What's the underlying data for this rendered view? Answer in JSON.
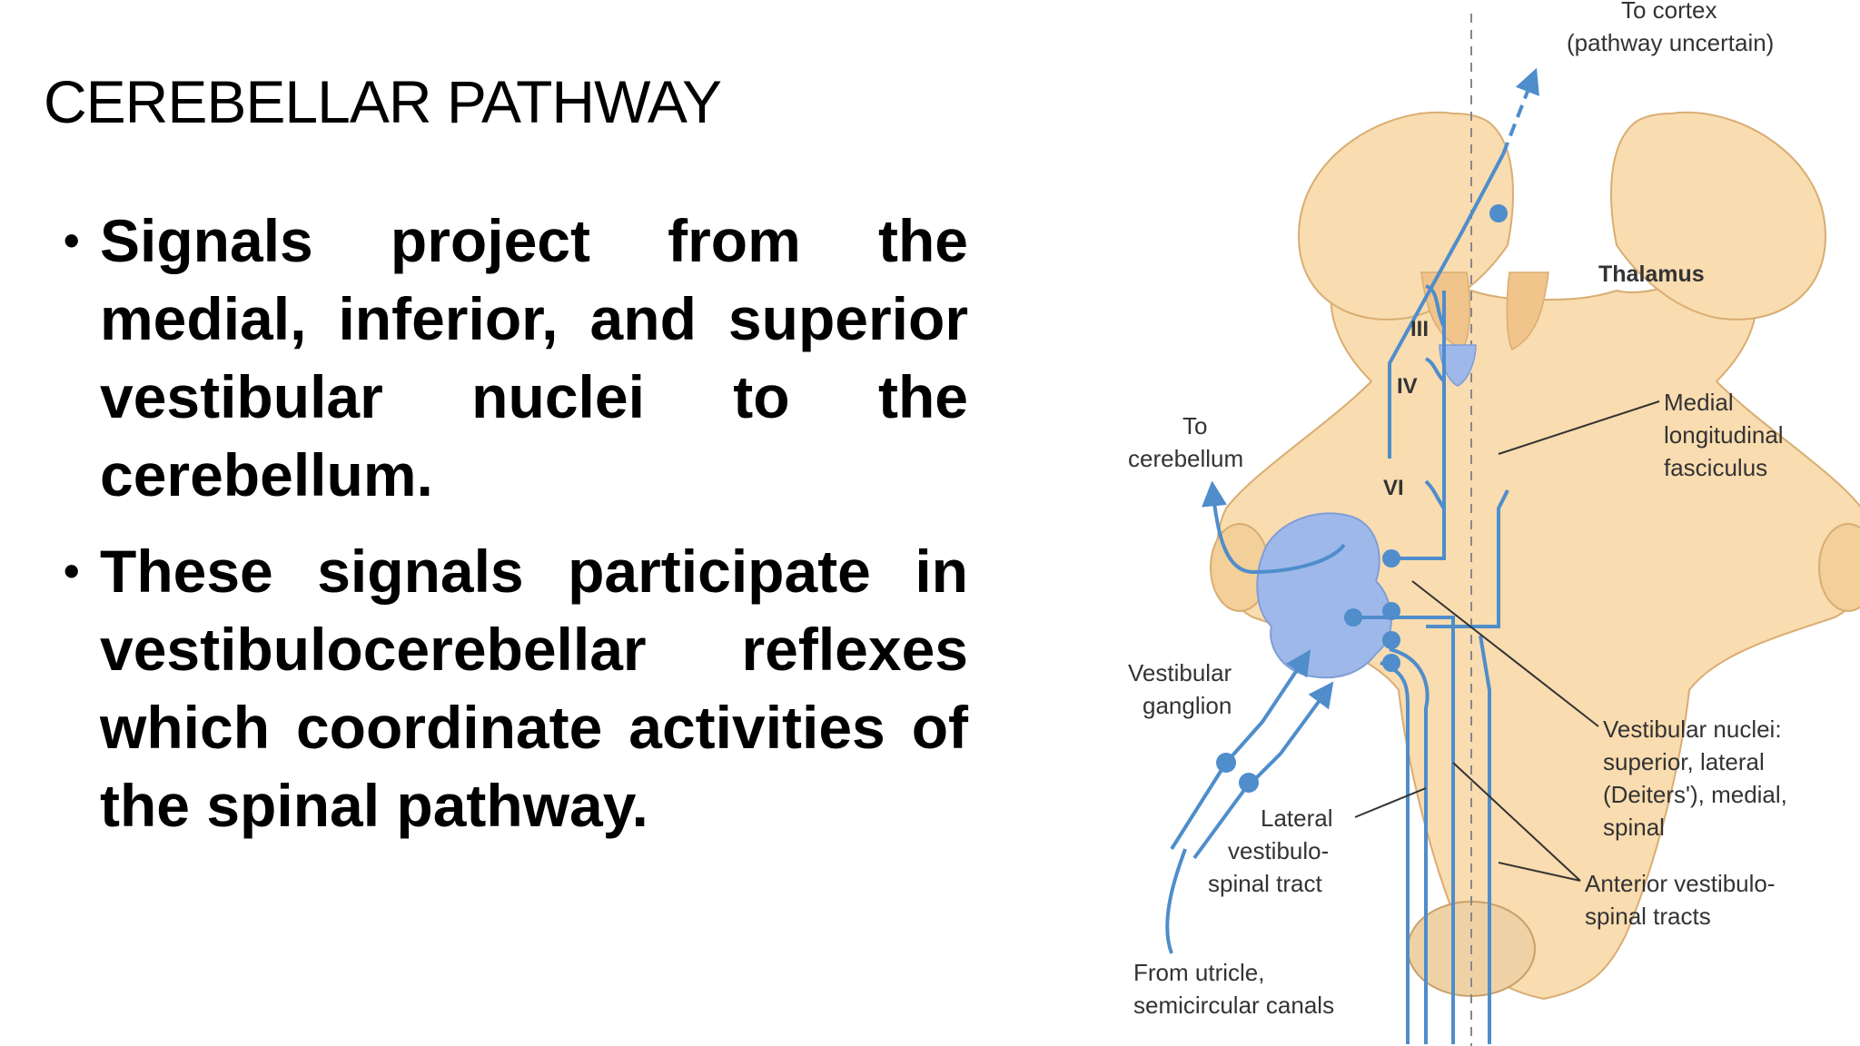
{
  "slide": {
    "title": "CEREBELLAR PATHWAY",
    "bullets": [
      "Signals project from the medial, inferior, and superior vestibular nuclei to the cerebellum.",
      "These signals participate in vestibulocerebellar reflexes which coordinate activities of the spinal pathway."
    ],
    "bullet_glyph": "•"
  },
  "diagram": {
    "colors": {
      "tissue_fill": "#f9dcb0",
      "tissue_stroke": "#d9ad72",
      "nerve_line": "#4f8dcb",
      "nucleus_fill": "#9fb8ea",
      "leader_line": "#333333"
    },
    "labels": {
      "to_cortex_line1": "To cortex",
      "to_cortex_line2": "(pathway uncertain)",
      "thalamus": "Thalamus",
      "cranial_III": "III",
      "cranial_IV": "IV",
      "cranial_VI": "VI",
      "mlf_line1": "Medial",
      "mlf_line2": "longitudinal",
      "mlf_line3": "fasciculus",
      "to_cerebellum_line1": "To",
      "to_cerebellum_line2": "cerebellum",
      "vestibular_ganglion_line1": "Vestibular",
      "vestibular_ganglion_line2": "ganglion",
      "vestibular_nuclei_line1": "Vestibular nuclei:",
      "vestibular_nuclei_line2": "superior, lateral",
      "vestibular_nuclei_line3": "(Deiters'), medial,",
      "vestibular_nuclei_line4": "spinal",
      "lateral_tract_line1": "Lateral",
      "lateral_tract_line2": "vestibulo-",
      "lateral_tract_line3": "spinal tract",
      "anterior_tracts_line1": "Anterior vestibulo-",
      "anterior_tracts_line2": "spinal tracts",
      "from_utricle_line1": "From utricle,",
      "from_utricle_line2": "semicircular canals"
    }
  }
}
